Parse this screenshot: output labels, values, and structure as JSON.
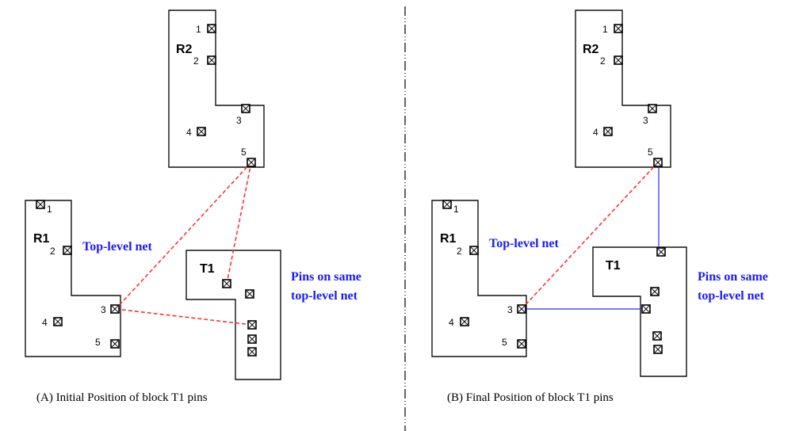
{
  "colors": {
    "block_outline": "#111111",
    "initial_net": "#ff3333",
    "final_net": "#2a2aee",
    "net_label": "#1a1aff"
  },
  "panels": [
    {
      "id": "A",
      "caption": "(A) Initial Position of block T1 pins",
      "net_label": "Top-level net",
      "pins_label_line1": "Pins on same",
      "pins_label_line2": "top-level net",
      "blocks": {
        "R2": {
          "label": "R2",
          "pin_labels": [
            "1",
            "2",
            "3",
            "4",
            "5"
          ]
        },
        "R1": {
          "label": "R1",
          "pin_labels": [
            "1",
            "2",
            "3",
            "4",
            "5"
          ]
        },
        "T1": {
          "label": "T1",
          "pin_count": 5
        }
      },
      "net_style": "dashed",
      "connections": [
        "R2 pin 5 to R1 pin 3",
        "R2 pin 5 to T1 pin",
        "R1 pin 3 to T1 pin"
      ]
    },
    {
      "id": "B",
      "caption": "(B) Final Position of block T1 pins",
      "net_label": "Top-level net",
      "pins_label_line1": "Pins on same",
      "pins_label_line2": "top-level net",
      "blocks": {
        "R2": {
          "label": "R2",
          "pin_labels": [
            "1",
            "2",
            "3",
            "4",
            "5"
          ]
        },
        "R1": {
          "label": "R1",
          "pin_labels": [
            "1",
            "2",
            "3",
            "4",
            "5"
          ]
        },
        "T1": {
          "label": "T1",
          "pin_count": 5
        }
      },
      "net_style": "mixed",
      "connections": [
        "R2 pin 5 to R1 pin 3 (dashed)",
        "R2 pin 5 to T1 top pin (solid)",
        "R1 pin 3 to T1 left-edge pin (solid)"
      ]
    }
  ]
}
